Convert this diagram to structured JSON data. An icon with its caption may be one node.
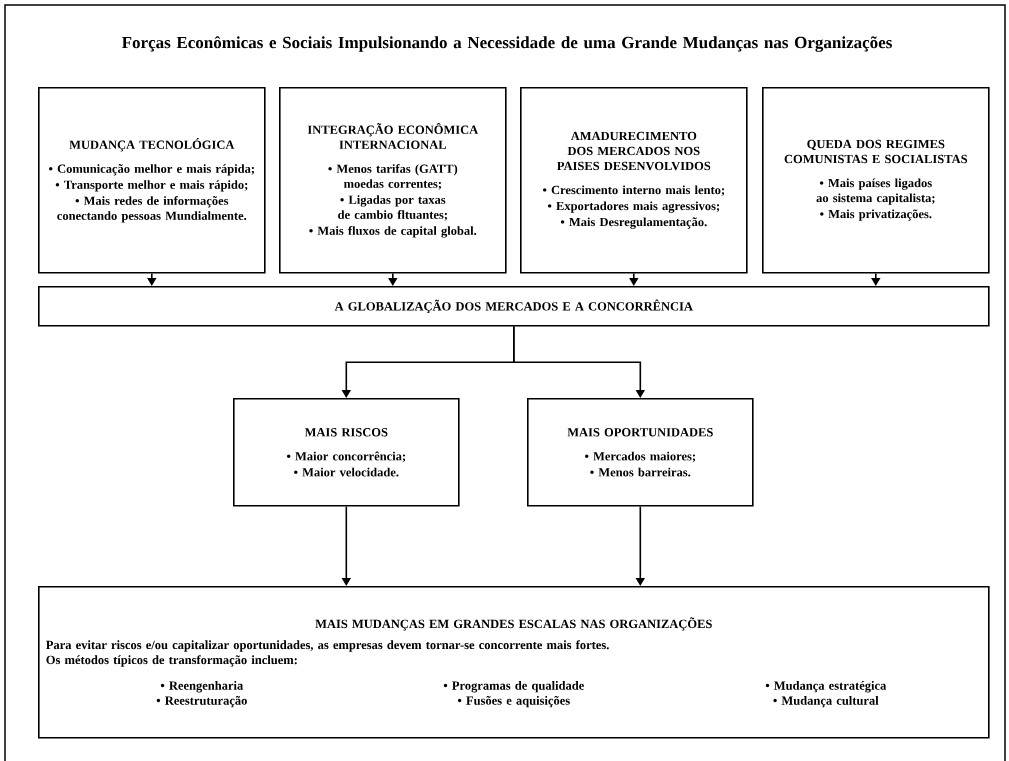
{
  "diagram": {
    "title": "Forças Econômicas e Sociais Impulsionando a Necessidade de uma Grande Mudanças nas Organizações",
    "nodes": [
      {
        "text": [
          "MUDANÇA TECNOLÓGICA",
          "• Comunicação melhor e mais rápida;",
          "• Transporte melhor e mais rápido;",
          "• Mais redes de informações conectando pessoas Mundialmente."
        ]
      },
      {
        "text": [
          "INTEGRAÇÃO ECONÔMICA INTERNACIONAL",
          "• Menos tarifas (GATT) moedas correntes;",
          "• Ligadas por taxas de cambio fltuantes;",
          "• Mais fluxos de capital global."
        ]
      },
      {
        "text": [
          "AMADURECIMENTO DOS MERCADOS NOS PAISES DESENVOLVIDOS",
          "• Crescimento interno mais lento;",
          "• Exportadores mais agressivos;",
          "• Mais Desregulamentação."
        ]
      },
      {
        "text": [
          "QUEDA DOS REGIMES COMUNISTAS E SOCIALISTAS",
          "• Mais países ligados ao sistema capitalista;",
          "• Mais privatizações."
        ]
      },
      {
        "text": [
          "A GLOBALIZAÇÃO DOS MERCADOS E A CONCORRÊNCIA"
        ]
      },
      {
        "text": [
          "MAIS RISCOS",
          "• Maior concorrência;",
          "• Maior velocidade."
        ]
      },
      {
        "text": [
          "MAIS OPORTUNIDADES",
          "• Mercados maiores;",
          "• Menos barreiras."
        ]
      },
      {
        "text": [
          "MAIS MUDANÇAS EM GRANDES ESCALAS NAS ORGANIZAÇÕES",
          "Para evitar riscos e/ou capitalizar oportunidades, as empresas devem tornar-se concorrente mais fortes.",
          "Os métodos típicos de transformação incluem:",
          "• Reengenharia",
          "• Programas de qualidade",
          "• Mudança estratégica",
          "• Reestruturação",
          "• Fusões e aquisições",
          "• Mudança cultural"
        ]
      }
    ],
    "edges": [
      {
        "from": 0,
        "to": 4,
        "arrow": "to"
      },
      {
        "from": 1,
        "to": 4,
        "arrow": "to"
      },
      {
        "from": 2,
        "to": 4,
        "arrow": "to"
      },
      {
        "from": 3,
        "to": 4,
        "arrow": "to"
      },
      {
        "from": 4,
        "to": 5,
        "arrow": "to"
      },
      {
        "from": 4,
        "to": 6,
        "arrow": "to"
      },
      {
        "from": 5,
        "to": 7,
        "arrow": "to"
      },
      {
        "from": 6,
        "to": 7,
        "arrow": "to"
      }
    ]
  }
}
